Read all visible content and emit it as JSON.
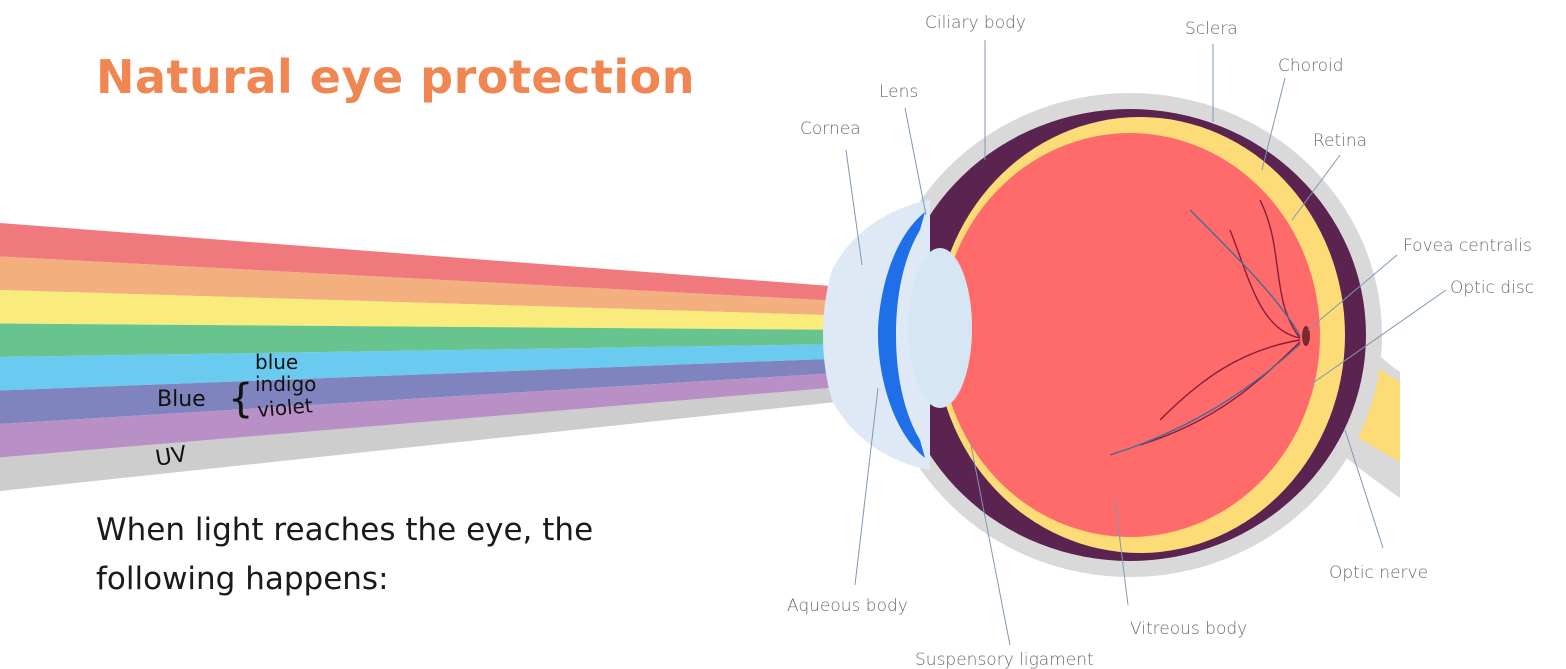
{
  "title": "Natural eye protection",
  "intro": "When light reaches the eye, the following happens:",
  "spectrum": {
    "group_label": "Blue",
    "group_members": [
      "blue",
      "indigo",
      "violet"
    ],
    "uv_label": "UV",
    "bands": [
      {
        "color": "#ef6e72"
      },
      {
        "color": "#f3a874"
      },
      {
        "color": "#f9ea72"
      },
      {
        "color": "#5bbf86"
      },
      {
        "color": "#5dc6ee"
      },
      {
        "color": "#7479b8"
      },
      {
        "color": "#b387c1"
      },
      {
        "color": "#c9c9c9"
      }
    ]
  },
  "anatomy_labels": {
    "ciliary_body": "Ciliary body",
    "sclera": "Sclera",
    "choroid": "Choroid",
    "lens": "Lens",
    "cornea": "Cornea",
    "retina": "Retina",
    "fovea_centralis": "Fovea centralis",
    "optic_disc": "Optic disc",
    "optic_nerve": "Optic nerve",
    "aqueous_body": "Aqueous body",
    "vitreous_body": "Vitreous body",
    "suspensory_ligament": "Suspensory ligament"
  },
  "colors": {
    "title": "#f08651",
    "sclera": "#d9d9d9",
    "choroid": "#5b2350",
    "retina": "#fddc78",
    "vitreous": "#ff6b6b",
    "cornea": "#1f6fe8",
    "lens": "#d6e6f5"
  }
}
